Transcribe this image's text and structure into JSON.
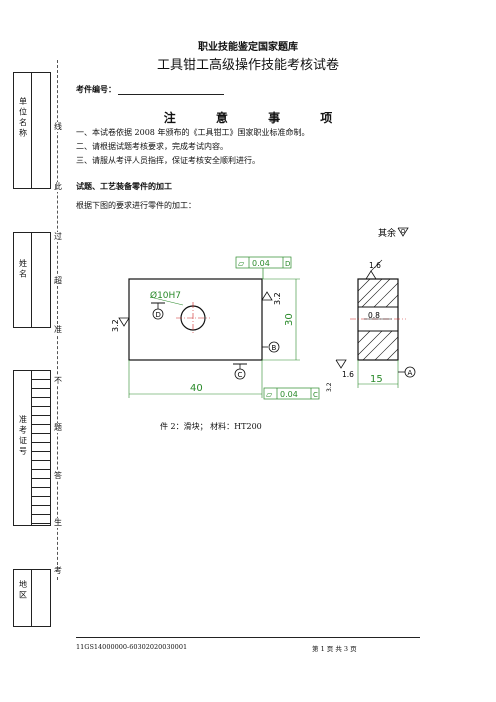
{
  "header": {
    "top_title": "职业技能鉴定国家题库",
    "main_title": "工具钳工高级操作技能考核试卷"
  },
  "exam_number_label": "考件编号：",
  "notice": {
    "title": "注 意 事 项",
    "items": [
      "一、本试卷依据 2008 年颁布的《工具钳工》国家职业标准命制。",
      "二、请根据试题考核要求，完成考试内容。",
      "三、请服从考评人员指挥，保证考核安全顺利进行。"
    ]
  },
  "section_title": "试题、工艺装备零件的加工",
  "section_desc": "根据下图的要求进行零件的加工：",
  "drawing": {
    "hole": "Ø10H7",
    "dim_width": "40",
    "dim_height": "30",
    "dim_thickness": "15",
    "flatness_top": "0.04",
    "flatness_bottom": "0.04",
    "datum_letter_a": "A",
    "datum_letter_b": "B",
    "datum_letter_c": "C",
    "datum_letter_d": "D",
    "roughness_left": "3.2",
    "roughness_right": "3.2",
    "roughness_bottom": "3.2",
    "roughness_side_top": "1.6",
    "roughness_side_bottom": "1.6",
    "section_center": "0.8",
    "rest_label": "其余",
    "flatness_symbol": "⏥"
  },
  "caption": "件 2：滑块；      材料：HT200",
  "footer": {
    "code": "11GS14000000-60302020030001",
    "page": "第 1 页    共 3 页"
  },
  "sidebar": {
    "unit": "单 位 名 称",
    "name": "姓 名",
    "ticket": "准 考 证 号",
    "region": "地 区",
    "chars": [
      "线",
      "此",
      "过",
      "超",
      "准",
      "不",
      "题",
      "答",
      "生",
      "考"
    ]
  }
}
